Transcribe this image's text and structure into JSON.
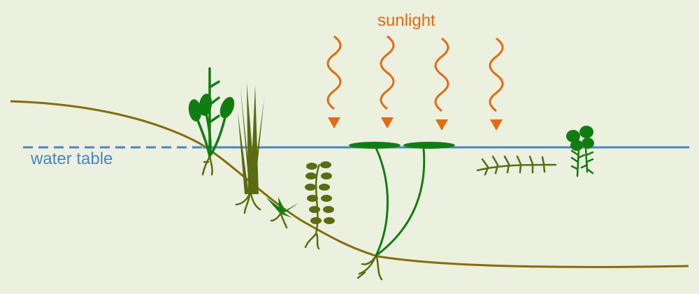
{
  "labels": {
    "sunlight": "sunlight",
    "water_table": "water table"
  },
  "colors": {
    "background": "#ecf0df",
    "ground": "#856c0b",
    "water": "#4a86c0",
    "sunlight": "#e36b12",
    "plant_green": "#117d11",
    "plant_olive": "#5a6b12"
  },
  "sun_rays": 4,
  "plants": [
    {
      "name": "emergent-arrowhead-plant"
    },
    {
      "name": "emergent-reed"
    },
    {
      "name": "small-sedge"
    },
    {
      "name": "submerged-pondweed"
    },
    {
      "name": "floating-leaf-lily"
    },
    {
      "name": "submerged-milfoil"
    },
    {
      "name": "free-floating-duckweed"
    }
  ]
}
